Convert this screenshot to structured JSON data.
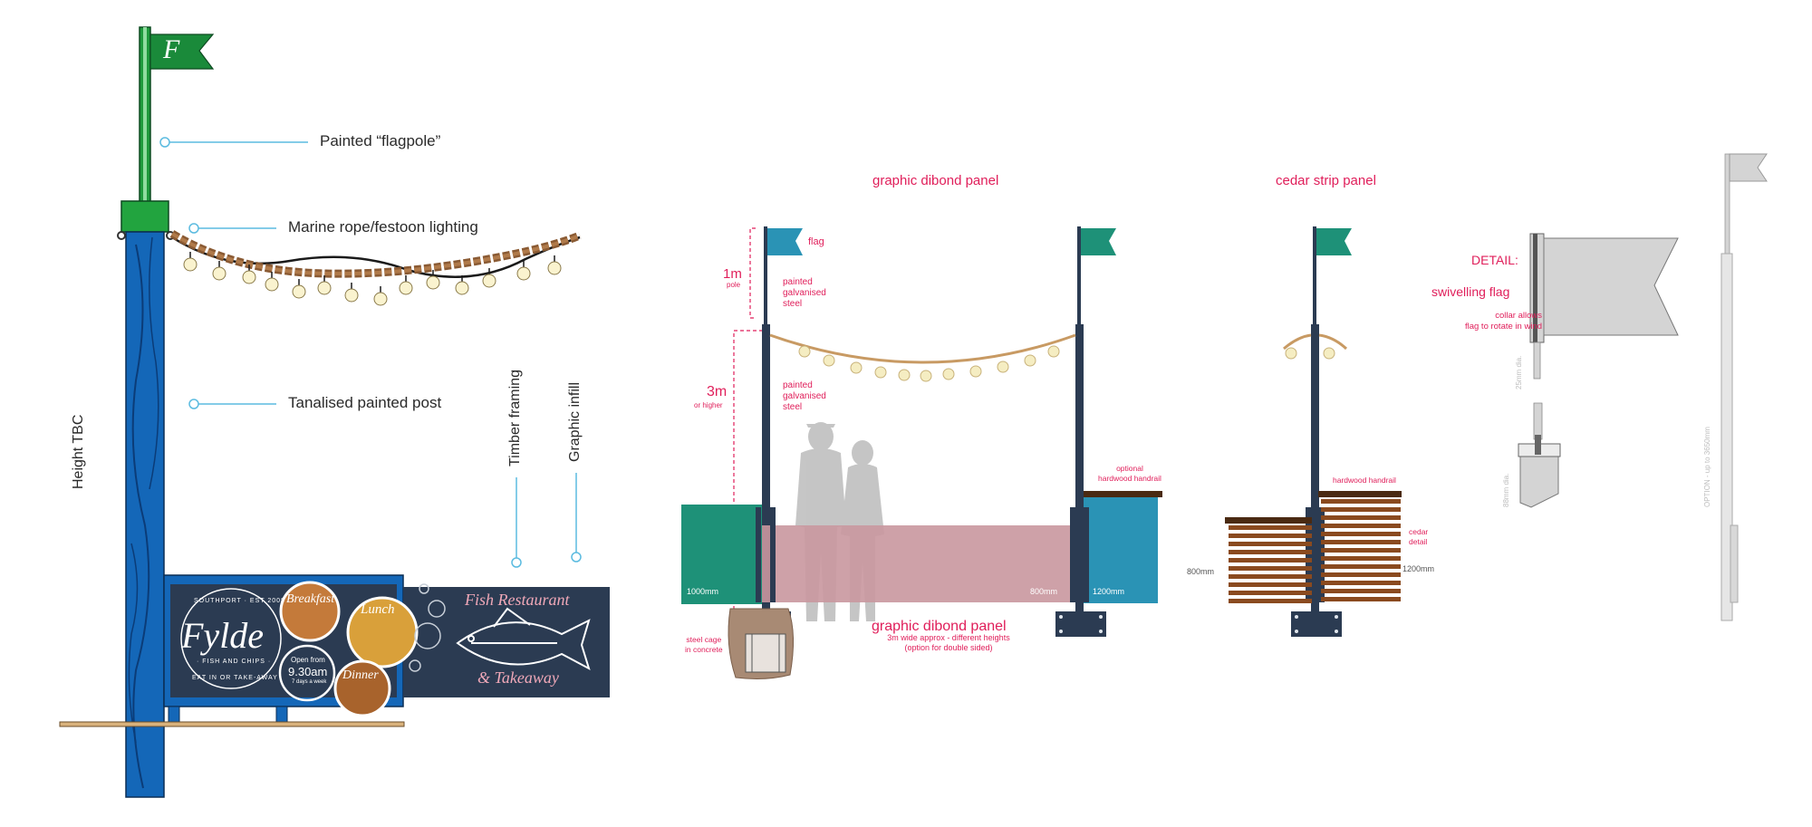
{
  "left_elevation": {
    "callouts": {
      "flagpole": "Painted “flagpole”",
      "rope_lighting": "Marine rope/festoon lighting",
      "post": "Tanalised painted post"
    },
    "height_label": "Height TBC",
    "timber_framing": "Timber framing",
    "graphic_infill": "Graphic infill",
    "flag_letter": "F",
    "signage": {
      "brand_top": "SOUTHPORT · EST 2008",
      "brand_name": "Fylde",
      "brand_sub": "· FISH AND CHIPS ·",
      "brand_bottom": "EAT IN OR TAKE-AWAY",
      "breakfast": "Breakfast",
      "lunch": "Lunch",
      "dinner": "Dinner",
      "open_from": "Open from",
      "open_time": "9.30am",
      "open_days": "7 days a week",
      "restaurant": "Fish Restaurant",
      "takeaway": "& Takeaway"
    }
  },
  "middle_elevation": {
    "title_dibond": "graphic dibond panel",
    "title_cedar": "cedar strip panel",
    "flag": "flag",
    "pole_dim": "1m",
    "pole_word": "pole",
    "steel_top": "painted\ngalvanised\nsteel",
    "post_dim": "3m",
    "post_sub": "or higher",
    "steel_mid": "painted\ngalvanised\nsteel",
    "optional_handrail": "optional\nhardwood handrail",
    "hardwood_handrail": "hardwood handrail",
    "cedar_detail": "cedar\ndetail",
    "dim_1000": "1000mm",
    "dim_800_inner": "800mm",
    "dim_1200": "1200mm",
    "dim_800_side": "800mm",
    "dim_1200_side": "1200mm",
    "steel_cage": "steel cage\nin concrete",
    "panel_caption": "graphic dibond panel",
    "panel_sub": "3m wide approx - different heights\n(option for double sided)"
  },
  "detail": {
    "detail_title": "DETAIL:",
    "swivel": "swivelling flag",
    "collar": "collar allows\nflag to rotate in wind",
    "dia_25": "25mm dia.",
    "dia_88": "88mm dia.",
    "option": "OPTION - up to 3650mm"
  },
  "colors": {
    "post_blue": "#1467b8",
    "flag_green": "#1a8a3a",
    "navy": "#2b3b52",
    "teal": "#1e9178",
    "dibond_blue": "#2a93b5",
    "dibond_pink": "#c9979e",
    "cedar": "#8a4a1f",
    "accent_pink": "#e01e5a",
    "callout_line": "#5bbbe0"
  }
}
